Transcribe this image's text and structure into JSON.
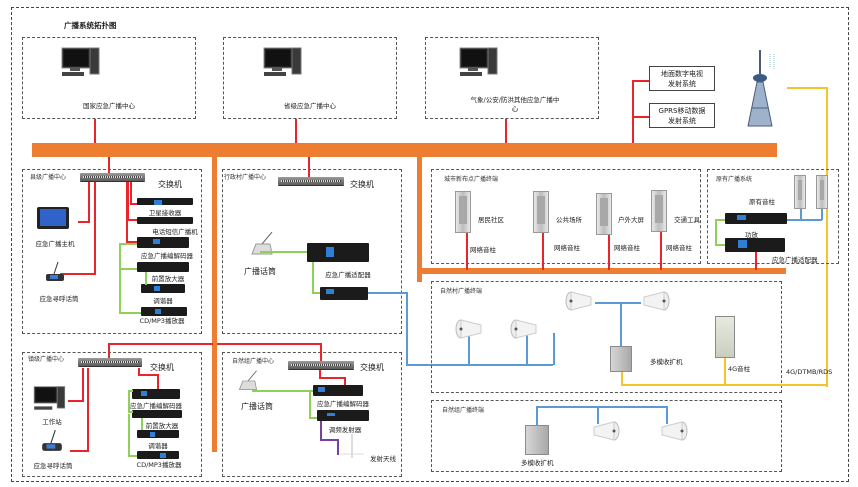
{
  "title": "广播系统拓扑图",
  "colors": {
    "backbone": "#ED7D31",
    "network_link": "#E8242C",
    "audio_link": "#8FCF5A",
    "speaker_link": "#5B9BD5",
    "wireless_link": "#F5C32C",
    "rf_link": "#7A3FA3"
  },
  "top_centers": [
    {
      "label": "国家应急广播中心",
      "icon": "computer-icon"
    },
    {
      "label": "省级应急广播中心",
      "icon": "computer-icon"
    },
    {
      "label": "气象/公安/防洪其他应急广播中心",
      "icon": "computer-icon"
    }
  ],
  "transmit_systems": [
    {
      "label": "地面数字电视发射系统"
    },
    {
      "label": "GPRS移动数据发射系统"
    }
  ],
  "tower": {
    "icon": "tv-tower-icon"
  },
  "wireless_link_label": "4G/DTMB/RDS",
  "county_center": {
    "title": "县级广播中心",
    "switch_label": "交换机",
    "devices": [
      "卫星接收器",
      "电话短信广播机",
      "应急广播编解码器",
      "前置放大器",
      "调谐器",
      "CD/MP3播放器"
    ],
    "host_label": "应急广播主机",
    "mic_label": "应急寻呼话筒"
  },
  "admin_village_center": {
    "title": "行政村广播中心",
    "switch_label": "交换机",
    "mic_label": "广播话筒",
    "adapter_label": "应急广播适配器"
  },
  "town_center": {
    "title": "镇级广播中心",
    "switch_label": "交换机",
    "workstation_label": "工作站",
    "mic_label": "应急寻呼话筒",
    "devices": [
      "应急广播编解码器",
      "前置放大器",
      "调谐器",
      "CD/MP3播放器"
    ]
  },
  "natural_group_center": {
    "title": "自然组广播中心",
    "switch_label": "交换机",
    "mic_label": "广播话筒",
    "devices": [
      "应急广播编解码器",
      "调频发射器"
    ],
    "antenna_label": "发射天线"
  },
  "city_terminals": {
    "title": "城市新布点广播终端",
    "items": [
      {
        "place": "居民社区",
        "device": "网络音柱"
      },
      {
        "place": "公共场所",
        "device": "网络音柱"
      },
      {
        "place": "户外大屏",
        "device": "网络音柱"
      },
      {
        "place": "交通工具",
        "device": "网络音柱"
      }
    ]
  },
  "legacy_system": {
    "title": "原有广播系统",
    "speaker_label": "原有音柱",
    "amp_label": "功放",
    "adapter_label": "应急广播适配器"
  },
  "natural_village_terminals": {
    "title": "自然村广播终端",
    "receiver_label": "多模收扩机",
    "column_label": "4G音柱"
  },
  "natural_group_terminals": {
    "title": "自然组广播终端",
    "receiver_label": "多模收扩机"
  }
}
